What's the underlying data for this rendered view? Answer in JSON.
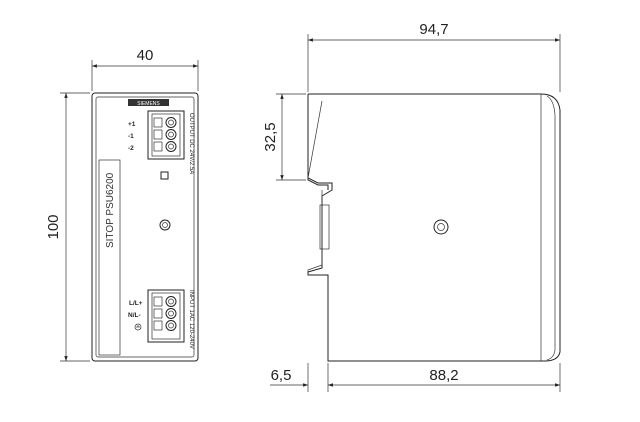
{
  "dimensions": {
    "front_width": "40",
    "front_height": "100",
    "side_depth": "94,7",
    "rail_height": "32,5",
    "rail_offset": "6,5",
    "side_body": "88,2"
  },
  "front_panel": {
    "brand": "SIEMENS",
    "product": "SITOP PSU6200",
    "output_label": "OUTPUT DC 24V/2.5A",
    "input_label": "INPUT 1AC 120-240V",
    "output_terminals": [
      "+1",
      "-1",
      "-2"
    ],
    "input_terminals": [
      "L/L+",
      "N/L-"
    ]
  }
}
